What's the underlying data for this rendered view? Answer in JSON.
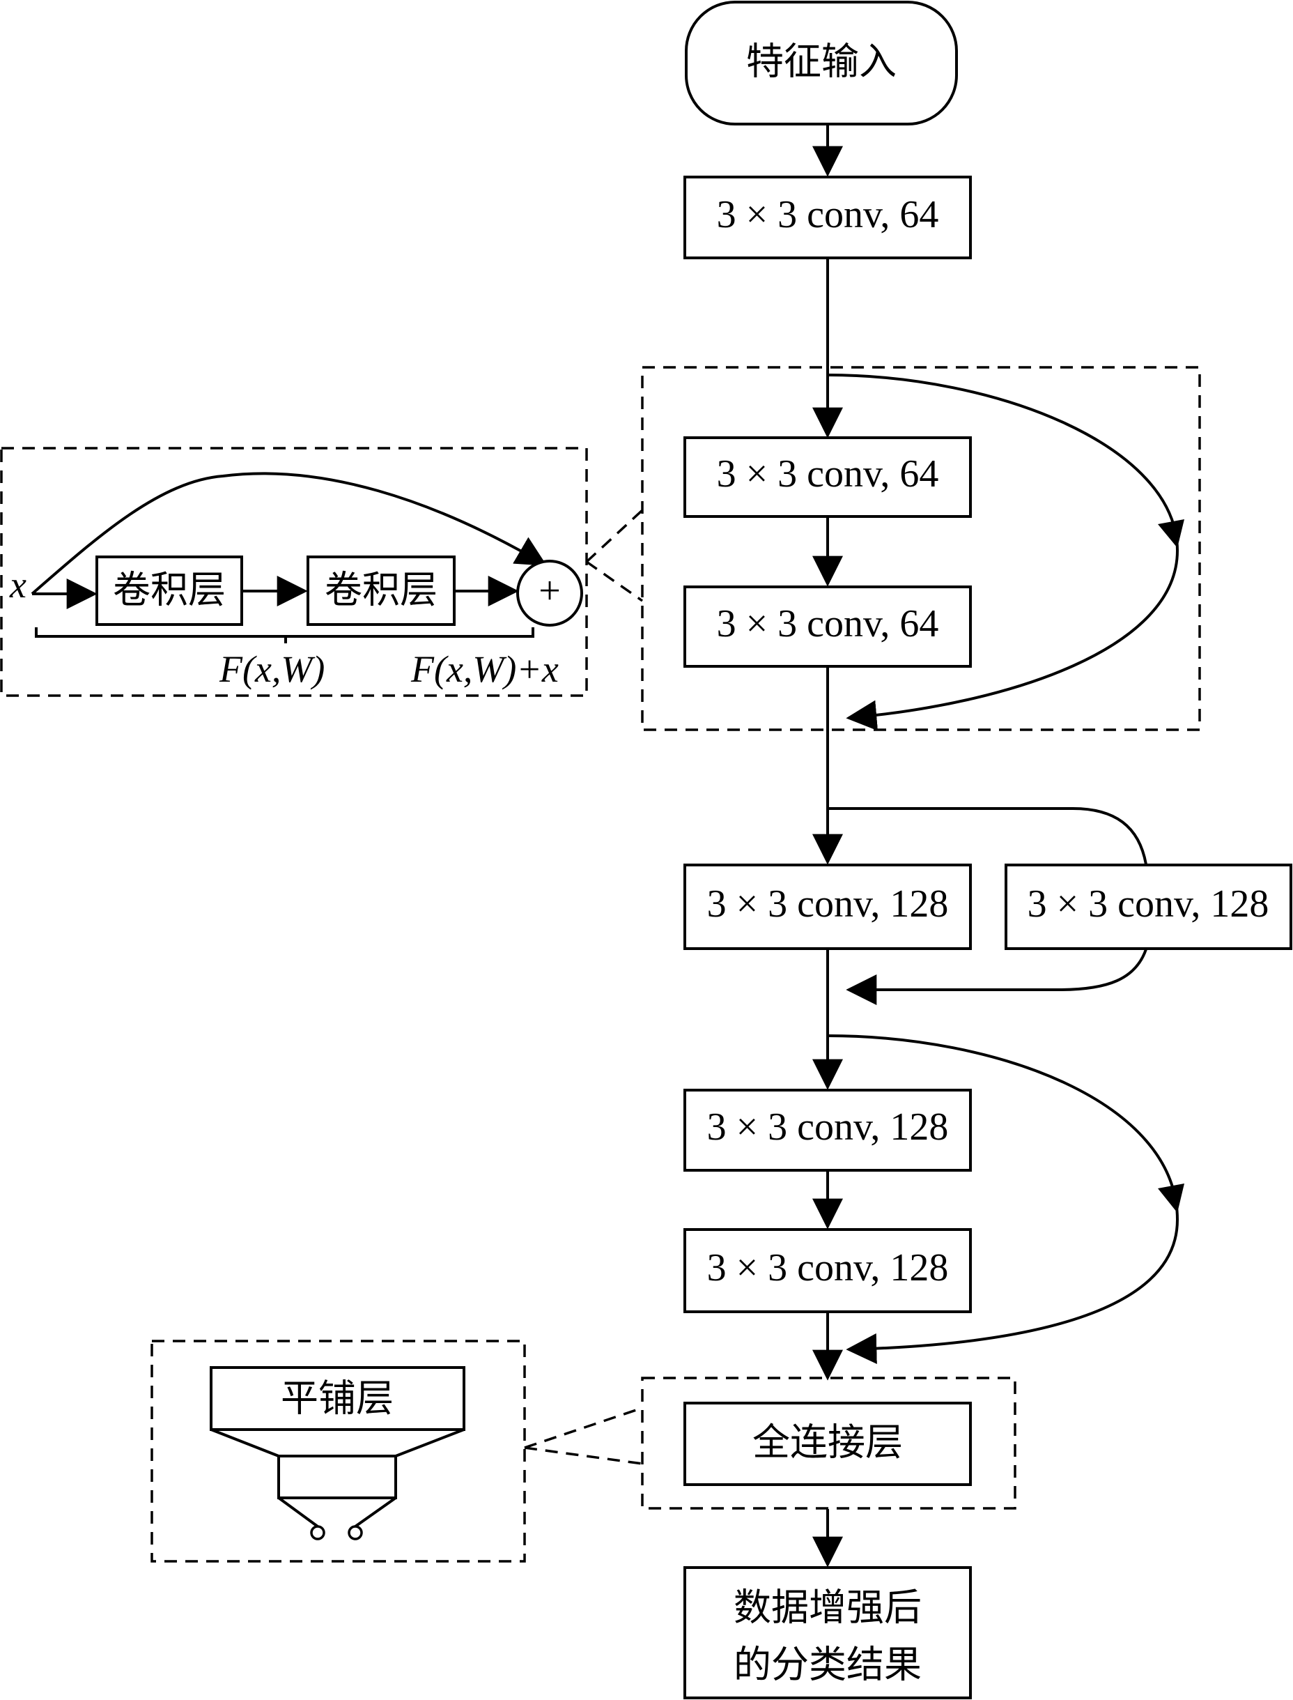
{
  "nodes": {
    "input": "特征输入",
    "conv1": "3 × 3 conv, 64",
    "res1_conv1": "3 × 3 conv, 64",
    "res1_conv2": "3 × 3 conv, 64",
    "res2_conv_main": "3 × 3 conv, 128",
    "res2_conv_shortcut": "3 × 3 conv, 128",
    "res3_conv1": "3 × 3 conv, 128",
    "res3_conv2": "3 × 3 conv, 128",
    "fc": "全连接层",
    "output_line1": "数据增强后",
    "output_line2": "的分类结果"
  },
  "residual_detail": {
    "input_var": "x",
    "conv_a": "卷积层",
    "conv_b": "卷积层",
    "add_symbol": "+",
    "fx_label": "F(x,W)",
    "fx_plus_x_label": "F(x,W)+x"
  },
  "flatten_detail": {
    "label": "平铺层"
  }
}
